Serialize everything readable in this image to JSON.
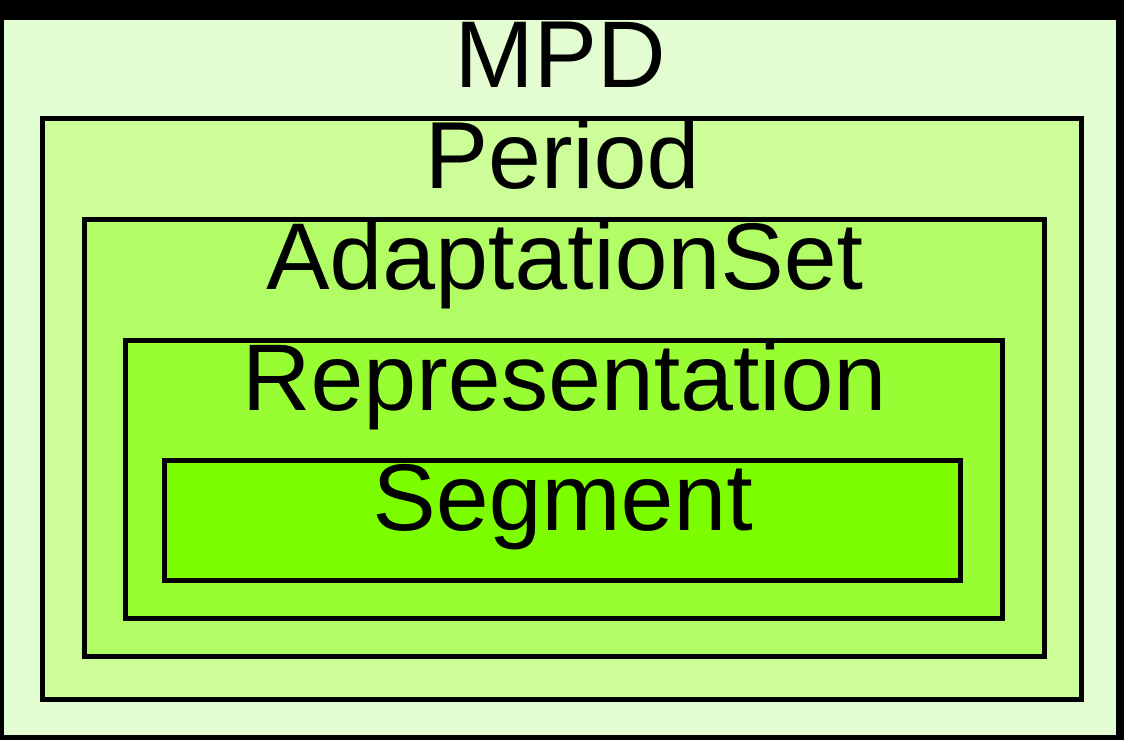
{
  "diagram": {
    "background_color": "#000000",
    "border_color": "#000000",
    "text_color": "#000000",
    "levels": [
      {
        "label": "MPD",
        "fill": "#e4fcd1"
      },
      {
        "label": "Period",
        "fill": "#ccfd99"
      },
      {
        "label": "AdaptationSet",
        "fill": "#b2fd66"
      },
      {
        "label": "Representation",
        "fill": "#99fd33"
      },
      {
        "label": "Segment",
        "fill": "#7dfe00"
      }
    ]
  }
}
